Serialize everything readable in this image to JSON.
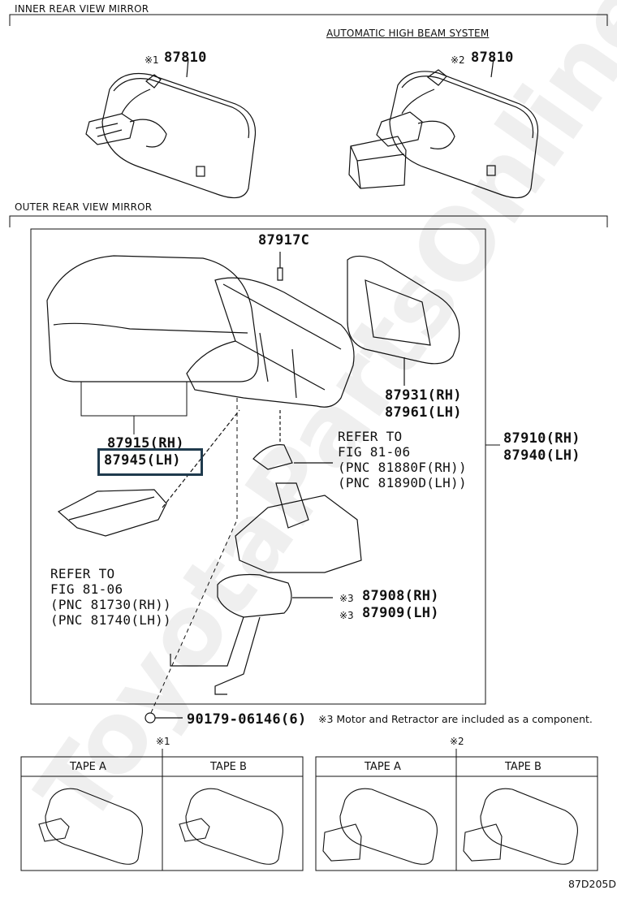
{
  "sections": {
    "inner": "INNER REAR VIEW MIRROR",
    "outer": "OUTER REAR VIEW MIRROR",
    "auto_high_beam": "AUTOMATIC HIGH BEAM SYSTEM"
  },
  "parts": {
    "inner1": {
      "mark": "※1",
      "number": "87810"
    },
    "inner2": {
      "mark": "※2",
      "number": "87810"
    },
    "bolt": "87917C",
    "cover_rh": "87915(RH)",
    "cover_lh": "87945(LH)",
    "glass_rh": "87931(RH)",
    "glass_lh": "87961(LH)",
    "assy_rh": "87910(RH)",
    "assy_lh": "87940(LH)",
    "motor_mark": "※3",
    "motor_rh": "87908(RH)",
    "motor_lh": "87909(LH)",
    "clip": "90179-06146(6)"
  },
  "refer_right": {
    "line1": "REFER TO",
    "line2": "FIG 81-06",
    "line3": "(PNC 81880F(RH))",
    "line4": "(PNC 81890D(LH))"
  },
  "refer_left": {
    "line1": "REFER TO",
    "line2": "FIG 81-06",
    "line3": "(PNC 81730(RH))",
    "line4": "(PNC 81740(LH))"
  },
  "note3": "※3 Motor and Retractor are included as a component.",
  "tapes": {
    "group1_mark": "※1",
    "group2_mark": "※2",
    "tape_a": "TAPE A",
    "tape_b": "TAPE B"
  },
  "figure_code": "87D205D",
  "watermark": "ToyotaPartsOnline.ru",
  "colors": {
    "line": "#111111",
    "highlight": "#1f3a4d"
  }
}
